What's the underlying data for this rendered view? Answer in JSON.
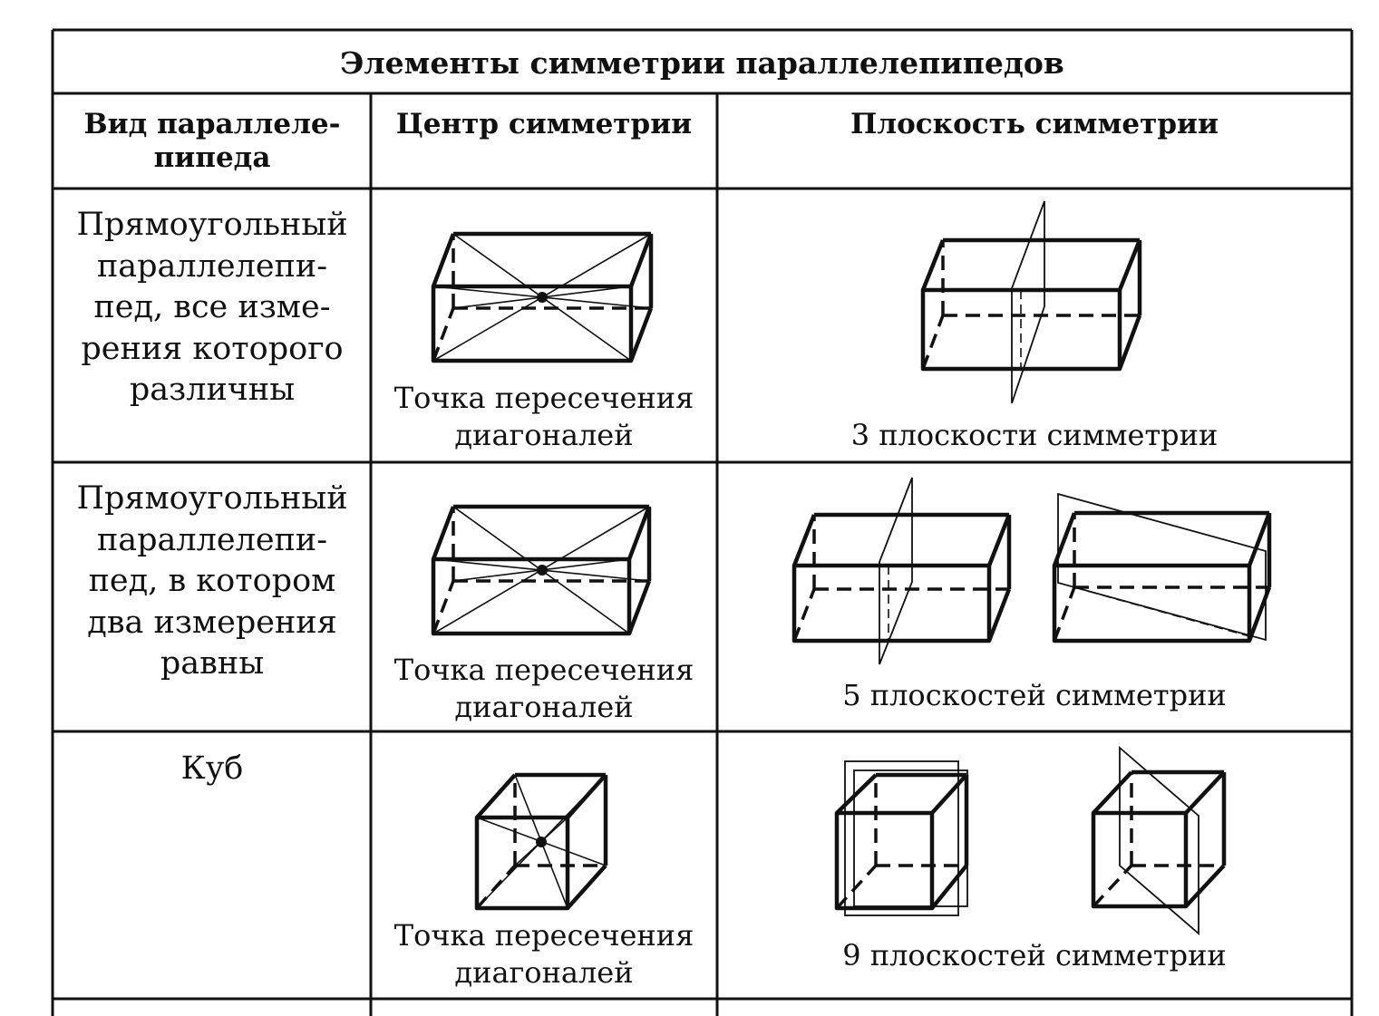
{
  "table": {
    "title": "Элементы симметрии параллелепипедов",
    "headers": {
      "kind_line1": "Вид параллеле-",
      "kind_line2": "пипеда",
      "center": "Центр симметрии",
      "plane": "Плоскость симметрии"
    },
    "rows": [
      {
        "kind_lines": [
          "Прямоугольный",
          "параллелепи-",
          "пед, все изме-",
          "рения которого",
          "различны"
        ],
        "center_caption_lines": [
          "Точка пересечения",
          "диагоналей"
        ],
        "plane_caption": "3 плоскости симметрии"
      },
      {
        "kind_lines": [
          "Прямоугольный",
          "параллелепи-",
          "пед, в котором",
          "два измерения",
          "равны"
        ],
        "center_caption_lines": [
          "Точка пересечения",
          "диагоналей"
        ],
        "plane_caption": "5 плоскостей симметрии"
      },
      {
        "kind_lines": [
          "Куб"
        ],
        "center_caption_lines": [
          "Точка пересечения",
          "диагоналей"
        ],
        "plane_caption": "9 плоскостей симметрии"
      }
    ]
  }
}
